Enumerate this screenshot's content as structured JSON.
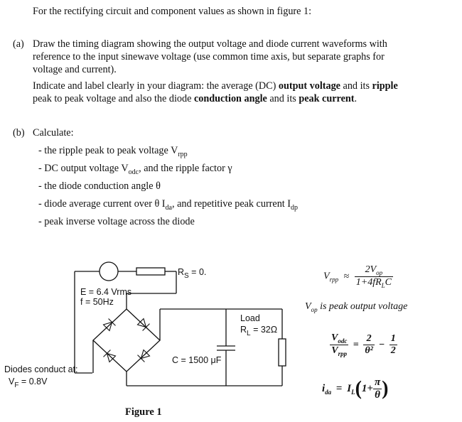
{
  "intro": "For the rectifying circuit and component values as shown in figure 1:",
  "part_a": {
    "label": "(a)",
    "line1": "Draw the timing diagram showing the output voltage and diode current waveforms with",
    "line2": "reference to the input sinewave voltage (use common time axis, but separate graphs for",
    "line3": "voltage and current).",
    "line4_pre": "Indicate and label clearly in your diagram: the average (DC) ",
    "line4_b1": "output voltage",
    "line4_mid": " and its ",
    "line4_b2": "ripple",
    "line5_b1": "peak to peak",
    "line5_mid": " voltage and also the diode ",
    "line5_b2": "conduction angle",
    "line5_mid2": " and its ",
    "line5_b3": "peak current",
    "line5_end": "."
  },
  "part_b": {
    "label": "(b)",
    "heading": "Calculate:",
    "items": [
      {
        "text": "- the ripple peak to peak voltage V",
        "sub": "rpp"
      },
      {
        "text": "- DC output voltage V",
        "sub": "odc",
        "text2": ", and the ripple factor γ"
      },
      {
        "text": "- the diode conduction angle θ"
      },
      {
        "text": "- diode average current over θ  I",
        "sub": "da",
        "text2": ", and  repetitive peak current I",
        "sub2": "dp"
      },
      {
        "text": "- peak inverse voltage across the diode"
      }
    ]
  },
  "figure": {
    "source_label": "E = 6.4 Vrms",
    "freq_label": "f = 50Hz",
    "rs_label": "R",
    "rs_sub": "S",
    "rs_value": " = 0.",
    "cap_label": "C = 1500 μF",
    "load_title": "Load",
    "load_label": "R",
    "load_sub": "L",
    "load_value": " = 32Ω",
    "diodes_note": "Diodes conduct at:",
    "vf_label": "V",
    "vf_sub": "F",
    "vf_value": " = 0.8V",
    "caption": "Figure 1"
  },
  "formulas": {
    "f1_lhs": "V",
    "f1_lhs_sub": "rpp",
    "f1_approx": "≈",
    "f1_num": "2V",
    "f1_num_sub": "op",
    "f1_den": "1+4fR",
    "f1_den_sub": "L",
    "f1_den_end": "C",
    "vop_note_v": "V",
    "vop_note_sub": "op",
    "vop_note": " is peak output voltage",
    "f2_num": "V",
    "f2_num_sub": "odc",
    "f2_den": "V",
    "f2_den_sub": "rpp",
    "f2_eq": "=",
    "f2_frac1_num": "2",
    "f2_frac1_den": "θ²",
    "f2_minus": "−",
    "f2_frac2_num": "1",
    "f2_frac2_den": "2",
    "f3_lhs": "i",
    "f3_lhs_sub": "da",
    "f3_eq": "=",
    "f3_I": "I",
    "f3_I_sub": "L",
    "f3_open": "(",
    "f3_one": "1+",
    "f3_pi": "π",
    "f3_theta": "θ",
    "f3_close": ")"
  }
}
